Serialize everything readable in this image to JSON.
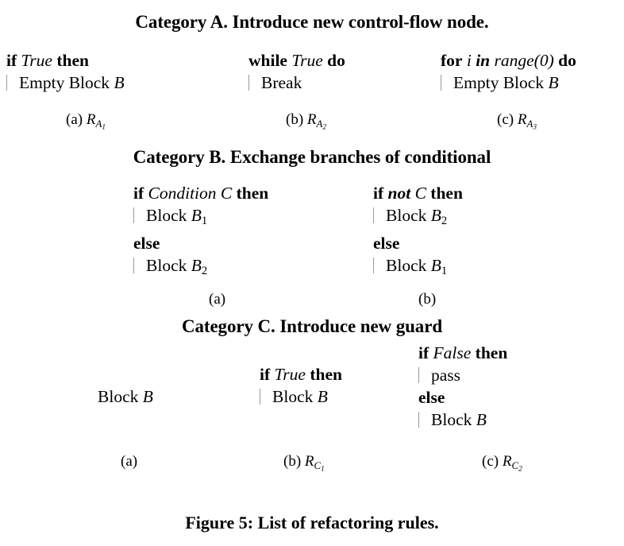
{
  "figure": {
    "caption": "Figure 5: List of refactoring rules.",
    "categories": [
      {
        "id": "A",
        "header": "Category A. Introduce new control-flow node.",
        "items": [
          {
            "subcaption_letter": "(a)",
            "subcaption_rule": "R",
            "subcaption_sub": "A",
            "subcaption_subsub": "1",
            "lines": [
              {
                "tokens": [
                  {
                    "text": "if",
                    "style": "bold"
                  },
                  {
                    "text": " ",
                    "style": "plain"
                  },
                  {
                    "text": "True",
                    "style": "italic"
                  },
                  {
                    "text": " ",
                    "style": "plain"
                  },
                  {
                    "text": "then",
                    "style": "bold"
                  }
                ]
              },
              {
                "guard": true,
                "tokens": [
                  {
                    "text": "Empty Block ",
                    "style": "plain"
                  },
                  {
                    "text": "B",
                    "style": "italic"
                  }
                ]
              }
            ]
          },
          {
            "subcaption_letter": "(b)",
            "subcaption_rule": "R",
            "subcaption_sub": "A",
            "subcaption_subsub": "2",
            "lines": [
              {
                "tokens": [
                  {
                    "text": "while",
                    "style": "bold"
                  },
                  {
                    "text": " ",
                    "style": "plain"
                  },
                  {
                    "text": "True",
                    "style": "italic"
                  },
                  {
                    "text": " ",
                    "style": "plain"
                  },
                  {
                    "text": "do",
                    "style": "bold"
                  }
                ]
              },
              {
                "guard": true,
                "tokens": [
                  {
                    "text": "Break",
                    "style": "plain"
                  }
                ]
              }
            ]
          },
          {
            "subcaption_letter": "(c)",
            "subcaption_rule": "R",
            "subcaption_sub": "A",
            "subcaption_subsub": "3",
            "lines": [
              {
                "tokens": [
                  {
                    "text": "for",
                    "style": "bold"
                  },
                  {
                    "text": " ",
                    "style": "plain"
                  },
                  {
                    "text": "i",
                    "style": "italic"
                  },
                  {
                    "text": " ",
                    "style": "plain"
                  },
                  {
                    "text": "in",
                    "style": "bolditalic"
                  },
                  {
                    "text": " ",
                    "style": "plain"
                  },
                  {
                    "text": "range(0)",
                    "style": "italic"
                  },
                  {
                    "text": " ",
                    "style": "plain"
                  },
                  {
                    "text": "do",
                    "style": "bold"
                  }
                ]
              },
              {
                "guard": true,
                "tokens": [
                  {
                    "text": "Empty Block ",
                    "style": "plain"
                  },
                  {
                    "text": "B",
                    "style": "italic"
                  }
                ]
              }
            ]
          }
        ]
      },
      {
        "id": "B",
        "header": "Category B. Exchange branches of conditional",
        "items": [
          {
            "subcaption_letter": "(a)",
            "subcaption_rule": "",
            "subcaption_sub": "",
            "subcaption_subsub": "",
            "lines": [
              {
                "tokens": [
                  {
                    "text": "if",
                    "style": "bold"
                  },
                  {
                    "text": " ",
                    "style": "plain"
                  },
                  {
                    "text": "Condition C",
                    "style": "italic"
                  },
                  {
                    "text": " ",
                    "style": "plain"
                  },
                  {
                    "text": "then",
                    "style": "bold"
                  }
                ]
              },
              {
                "guard": true,
                "tokens": [
                  {
                    "text": "Block ",
                    "style": "plain"
                  },
                  {
                    "text": "B",
                    "style": "italic"
                  },
                  {
                    "text": "1",
                    "style": "sub"
                  }
                ]
              },
              {
                "tokens": [
                  {
                    "text": "else",
                    "style": "bold"
                  }
                ]
              },
              {
                "guard": true,
                "tokens": [
                  {
                    "text": "Block ",
                    "style": "plain"
                  },
                  {
                    "text": "B",
                    "style": "italic"
                  },
                  {
                    "text": "2",
                    "style": "sub"
                  }
                ]
              }
            ]
          },
          {
            "subcaption_letter": "(b)",
            "subcaption_rule": "",
            "subcaption_sub": "",
            "subcaption_subsub": "",
            "lines": [
              {
                "tokens": [
                  {
                    "text": "if",
                    "style": "bold"
                  },
                  {
                    "text": " ",
                    "style": "plain"
                  },
                  {
                    "text": "not",
                    "style": "bolditalic"
                  },
                  {
                    "text": " ",
                    "style": "plain"
                  },
                  {
                    "text": "C",
                    "style": "italic"
                  },
                  {
                    "text": " ",
                    "style": "plain"
                  },
                  {
                    "text": "then",
                    "style": "bold"
                  }
                ]
              },
              {
                "guard": true,
                "tokens": [
                  {
                    "text": "Block ",
                    "style": "plain"
                  },
                  {
                    "text": "B",
                    "style": "italic"
                  },
                  {
                    "text": "2",
                    "style": "sub"
                  }
                ]
              },
              {
                "tokens": [
                  {
                    "text": "else",
                    "style": "bold"
                  }
                ]
              },
              {
                "guard": true,
                "tokens": [
                  {
                    "text": "Block ",
                    "style": "plain"
                  },
                  {
                    "text": "B",
                    "style": "italic"
                  },
                  {
                    "text": "1",
                    "style": "sub"
                  }
                ]
              }
            ]
          }
        ]
      },
      {
        "id": "C",
        "header": "Category C. Introduce new guard",
        "items": [
          {
            "subcaption_letter": "(a)",
            "subcaption_rule": "",
            "subcaption_sub": "",
            "subcaption_subsub": "",
            "lines": [
              {
                "tokens": [
                  {
                    "text": "Block ",
                    "style": "plain"
                  },
                  {
                    "text": "B",
                    "style": "italic"
                  }
                ]
              }
            ]
          },
          {
            "subcaption_letter": "(b)",
            "subcaption_rule": "R",
            "subcaption_sub": "C",
            "subcaption_subsub": "1",
            "lines": [
              {
                "tokens": [
                  {
                    "text": "if",
                    "style": "bold"
                  },
                  {
                    "text": " ",
                    "style": "plain"
                  },
                  {
                    "text": "True",
                    "style": "italic"
                  },
                  {
                    "text": " ",
                    "style": "plain"
                  },
                  {
                    "text": "then",
                    "style": "bold"
                  }
                ]
              },
              {
                "guard": true,
                "tokens": [
                  {
                    "text": "Block ",
                    "style": "plain"
                  },
                  {
                    "text": "B",
                    "style": "italic"
                  }
                ]
              }
            ]
          },
          {
            "subcaption_letter": "(c)",
            "subcaption_rule": "R",
            "subcaption_sub": "C",
            "subcaption_subsub": "2",
            "lines": [
              {
                "tokens": [
                  {
                    "text": "if",
                    "style": "bold"
                  },
                  {
                    "text": " ",
                    "style": "plain"
                  },
                  {
                    "text": "False",
                    "style": "italic"
                  },
                  {
                    "text": " ",
                    "style": "plain"
                  },
                  {
                    "text": "then",
                    "style": "bold"
                  }
                ]
              },
              {
                "guard": true,
                "tokens": [
                  {
                    "text": "pass",
                    "style": "plain"
                  }
                ]
              },
              {
                "tokens": [
                  {
                    "text": "else",
                    "style": "bold"
                  }
                ]
              },
              {
                "guard": true,
                "tokens": [
                  {
                    "text": "Block ",
                    "style": "plain"
                  },
                  {
                    "text": "B",
                    "style": "italic"
                  }
                ]
              }
            ]
          }
        ]
      }
    ]
  }
}
